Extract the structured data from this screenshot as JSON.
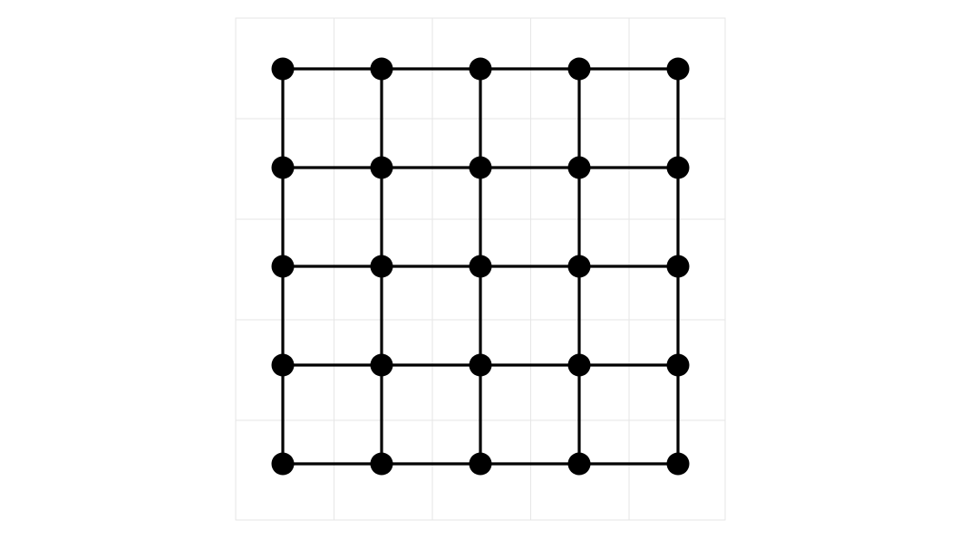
{
  "diagram": {
    "type": "grid-graph",
    "rows": 5,
    "columns": 5,
    "node_color": "#000000",
    "edge_color": "#000000",
    "background_grid": true,
    "background_grid_color": "#e6e6e6",
    "background_color": "#ffffff"
  }
}
